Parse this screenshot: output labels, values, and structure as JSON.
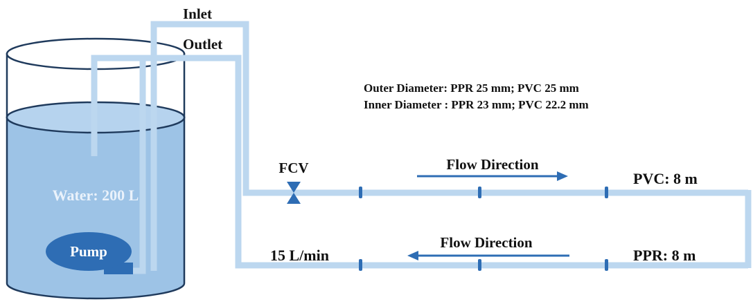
{
  "labels": {
    "inlet": "Inlet",
    "outlet": "Outlet",
    "outer_diameter": "Outer Diameter: PPR 25 mm; PVC 25 mm",
    "inner_diameter": "Inner Diameter : PPR 23 mm; PVC 22.2 mm",
    "fcv": "FCV",
    "flow_direction_top": "Flow Direction",
    "flow_direction_bottom": "Flow Direction",
    "pvc_length": "PVC: 8 m",
    "ppr_length": "PPR: 8 m",
    "water": "Water: 200 L",
    "pump": "Pump",
    "flow_rate": "15 L/min"
  },
  "colors": {
    "pipe_fill": "#bcd7ef",
    "pipe_edge": "#a7c7e4",
    "water": "#9dc3e6",
    "water_top": "#b6d3ee",
    "tank_outline": "#1f3a5c",
    "pump": "#2e6db4",
    "arrow": "#2e6db4",
    "valve": "#2e6db4",
    "coupling": "#2e6db4"
  },
  "icons": {
    "valve": "bowtie-valve-icon",
    "flow_right": "arrow-right-icon",
    "flow_left": "arrow-left-icon",
    "coupling": "pipe-coupling-icon"
  }
}
